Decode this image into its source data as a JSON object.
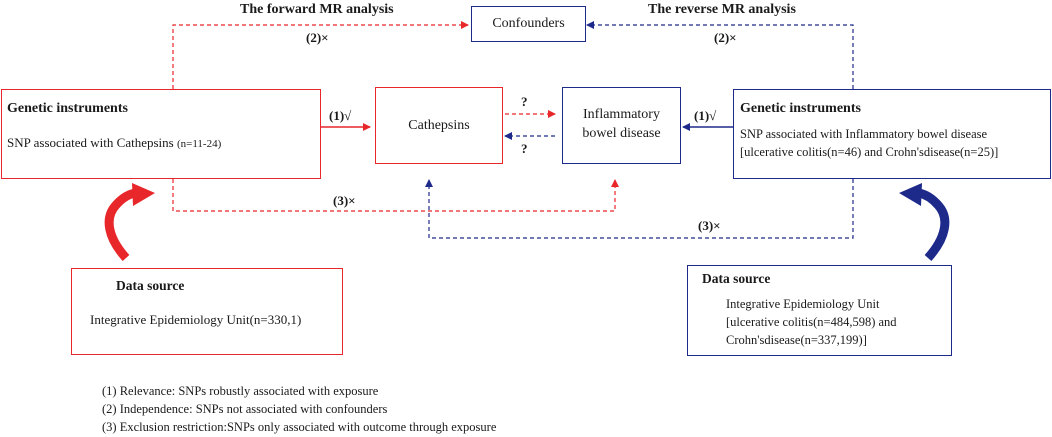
{
  "forward": {
    "title": "The forward MR analysis",
    "label2": "(2)×",
    "label1": "(1)√",
    "label3": "(3)×"
  },
  "reverse": {
    "title": "The reverse MR analysis",
    "label2": "(2)×",
    "label1": "(1)√",
    "label3": "(3)×"
  },
  "confounders": "Confounders",
  "left_instruments": {
    "title": "Genetic instruments",
    "text_main": "SNP associated with Cathepsins",
    "text_n": "(n=11-24)"
  },
  "cathepsins": "Cathepsins",
  "ibd": {
    "line1": "Inflammatory",
    "line2": "bowel disease"
  },
  "question_top": "?",
  "question_bottom": "?",
  "right_instruments": {
    "title": "Genetic instruments",
    "line1": "SNP associated with Inflammatory bowel disease",
    "line2": "[ulcerative colitis(n=46) and Crohn'sdisease(n=25)]"
  },
  "left_source": {
    "title": "Data source",
    "text": "Integrative Epidemiology Unit(n=330,1)"
  },
  "right_source": {
    "title": "Data source",
    "line1": "Integrative Epidemiology Unit",
    "line2": "[ulcerative colitis(n=484,598) and",
    "line3": "Crohn'sdisease(n=337,199)]"
  },
  "notes": [
    "(1) Relevance: SNPs robustly associated with exposure",
    "(2) Independence: SNPs not associated with confounders",
    "(3) Exclusion restriction:SNPs only associated with outcome through exposure"
  ],
  "colors": {
    "forward": "#e8272b",
    "reverse": "#1e2a8a"
  }
}
